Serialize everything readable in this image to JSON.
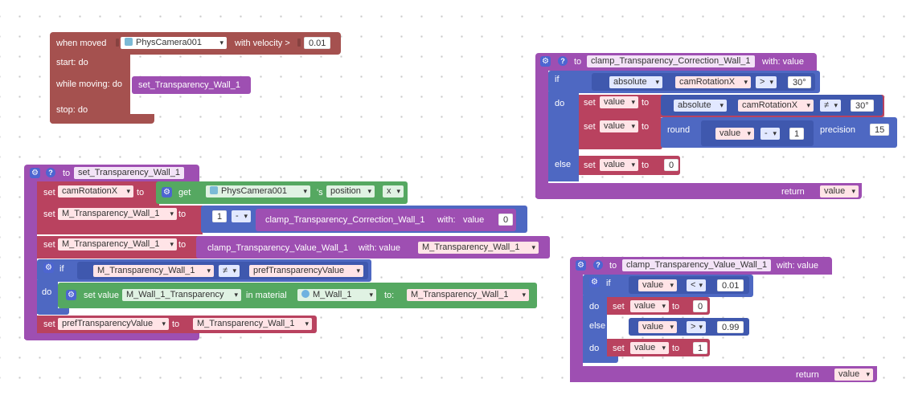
{
  "moved_block": {
    "when_moved": "when moved",
    "object": "PhysCamera001",
    "with_velocity": "with velocity >",
    "velocity_value": "0.01",
    "start_do": "start: do",
    "while_moving": "while moving: do",
    "while_call": "set_Transparency_Wall_1",
    "stop_do": "stop: do"
  },
  "func_set": {
    "to": "to",
    "name": "set_Transparency_Wall_1",
    "set": "set",
    "var_cam": "camRotationX",
    "get": "get",
    "object": "PhysCamera001",
    "s": "'s",
    "property": "position",
    "axis": "x",
    "var_m": "M_Transparency_Wall_1",
    "one": "1",
    "minus": "-",
    "call_correction": "clamp_Transparency_Correction_Wall_1",
    "with_label": "with:",
    "value_label": "value",
    "zero": "0",
    "call_value": "clamp_Transparency_Value_Wall_1",
    "with_value": "with: value",
    "arg_m": "M_Transparency_Wall_1",
    "if": "if",
    "neq": "≠",
    "pref": "prefTransparencyValue",
    "do": "do",
    "set_value": "set value",
    "material_var": "M_Wall_1_Transparency",
    "in_material": "in material",
    "material": "M_Wall_1",
    "to_colon": "to:",
    "material_arg": "M_Transparency_Wall_1",
    "last_set_var": "prefTransparencyValue",
    "last_set_val": "M_Transparency_Wall_1"
  },
  "func_correction": {
    "to": "to",
    "name": "clamp_Transparency_Correction_Wall_1",
    "with_value": "with: value",
    "if": "if",
    "absolute": "absolute",
    "cam": "camRotationX",
    "gt": ">",
    "deg30": "30°",
    "do": "do",
    "set": "set",
    "value": "value",
    "to_label": "to",
    "neq": "≠",
    "round": "round",
    "minus": "-",
    "one": "1",
    "precision": "precision",
    "fifteen": "15",
    "else": "else",
    "zero": "0",
    "return": "return",
    "return_val": "value"
  },
  "func_value": {
    "to": "to",
    "name": "clamp_Transparency_Value_Wall_1",
    "with_value": "with: value",
    "if": "if",
    "value": "value",
    "lt": "<",
    "low": "0.01",
    "do": "do",
    "set": "set",
    "to_label": "to",
    "zero": "0",
    "else_if": "else if",
    "gt": ">",
    "high": "0.99",
    "one": "1",
    "return": "return",
    "return_val": "value"
  }
}
